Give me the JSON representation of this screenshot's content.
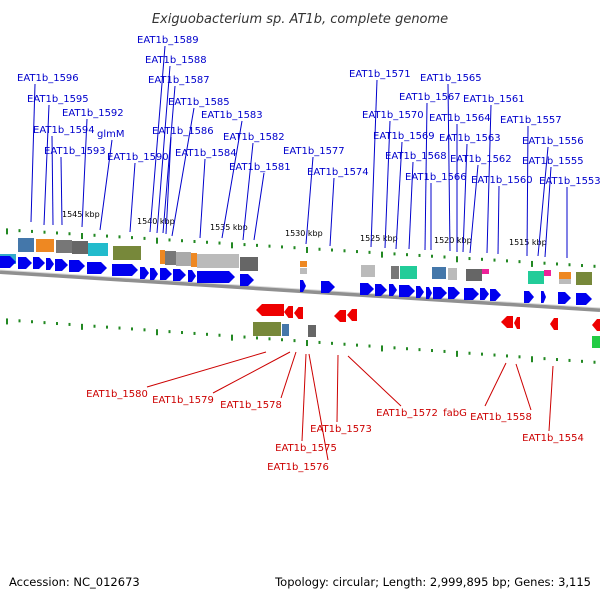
{
  "title": "Exiguobacterium sp. AT1b, complete genome",
  "footer": {
    "accession": "Accession: NC_012673",
    "topology": "Topology: circular; Length: 2,999,895 bp; Genes: 3,115"
  },
  "colors": {
    "forward": "#0000ee",
    "reverse": "#ee0000",
    "forward_label": "#0000cc",
    "reverse_label": "#cc0000",
    "tick": "#228822",
    "backbone": "#888888"
  },
  "ticks": [
    "1545 kbp",
    "1540 kbp",
    "1535 kbp",
    "1530 kbp",
    "1525 kbp",
    "1520 kbp",
    "1515 kbp"
  ],
  "top_labels": [
    "EAT1b_1596",
    "EAT1b_1595",
    "EAT1b_1594",
    "EAT1b_1593",
    "EAT1b_1592",
    "glmM",
    "EAT1b_1590",
    "EAT1b_1589",
    "EAT1b_1588",
    "EAT1b_1587",
    "EAT1b_1586",
    "EAT1b_1585",
    "EAT1b_1584",
    "EAT1b_1583",
    "EAT1b_1582",
    "EAT1b_1581",
    "EAT1b_1577",
    "EAT1b_1574",
    "EAT1b_1571",
    "EAT1b_1570",
    "EAT1b_1569",
    "EAT1b_1568",
    "EAT1b_1567",
    "EAT1b_1566",
    "EAT1b_1565",
    "EAT1b_1564",
    "EAT1b_1563",
    "EAT1b_1562",
    "EAT1b_1561",
    "EAT1b_1560",
    "EAT1b_1557",
    "EAT1b_1556",
    "EAT1b_1555",
    "EAT1b_1553"
  ],
  "bottom_labels": [
    "EAT1b_1580",
    "EAT1b_1579",
    "EAT1b_1578",
    "EAT1b_1575",
    "EAT1b_1576",
    "EAT1b_1573",
    "EAT1b_1572",
    "fabG",
    "EAT1b_1558",
    "EAT1b_1554"
  ]
}
